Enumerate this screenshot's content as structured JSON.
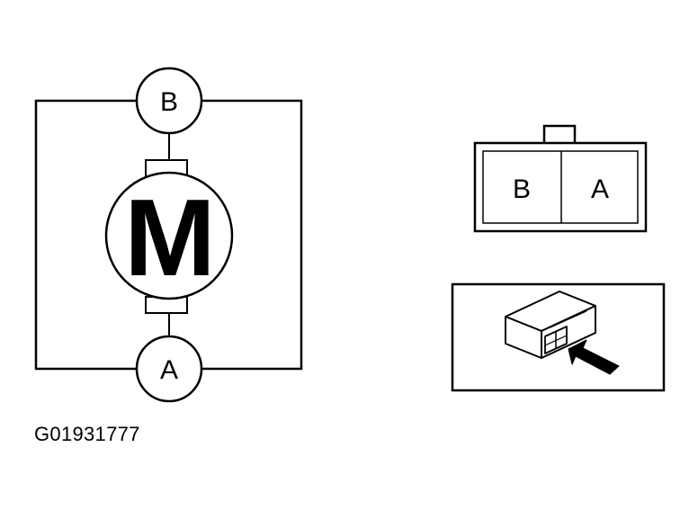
{
  "motor": {
    "symbol": "M",
    "terminal_top": "B",
    "terminal_bottom": "A"
  },
  "connector_face": {
    "left_pin": "B",
    "right_pin": "A"
  },
  "connector_view": {
    "icon": "connector-with-arrow-icon"
  },
  "reference_code": "G01931777",
  "colors": {
    "line": "#000000",
    "background": "#ffffff"
  }
}
